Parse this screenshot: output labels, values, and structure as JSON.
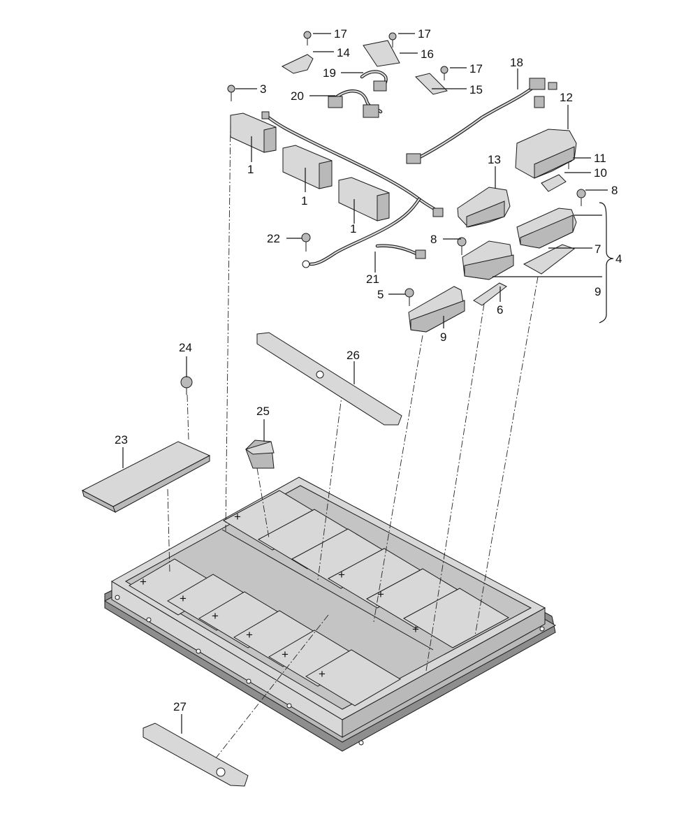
{
  "labels": {
    "p1a": "1",
    "p1b": "1",
    "p1c": "1",
    "p3": "3",
    "p4": "4",
    "p5": "5",
    "p6": "6",
    "p7": "7",
    "p8a": "8",
    "p8b": "8",
    "p9a": "9",
    "p9b": "9",
    "p10": "10",
    "p11": "11",
    "p12": "12",
    "p13": "13",
    "p14": "14",
    "p15": "15",
    "p16": "16",
    "p17a": "17",
    "p17b": "17",
    "p17c": "17",
    "p18": "18",
    "p19": "19",
    "p20": "20",
    "p21": "21",
    "p22": "22",
    "p23": "23",
    "p24": "24",
    "p25": "25",
    "p26": "26",
    "p27": "27"
  }
}
